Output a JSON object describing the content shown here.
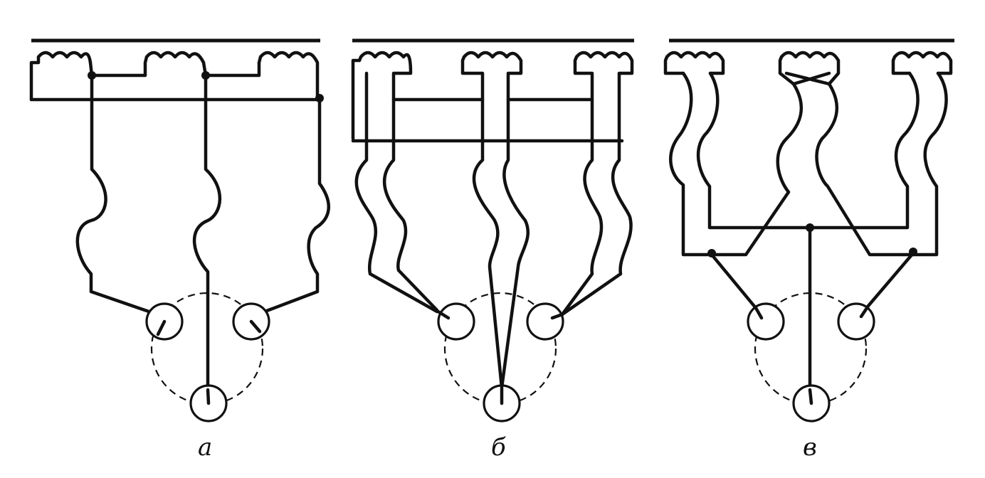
{
  "labels": {
    "a": "а",
    "b": "б",
    "v": "в"
  }
}
